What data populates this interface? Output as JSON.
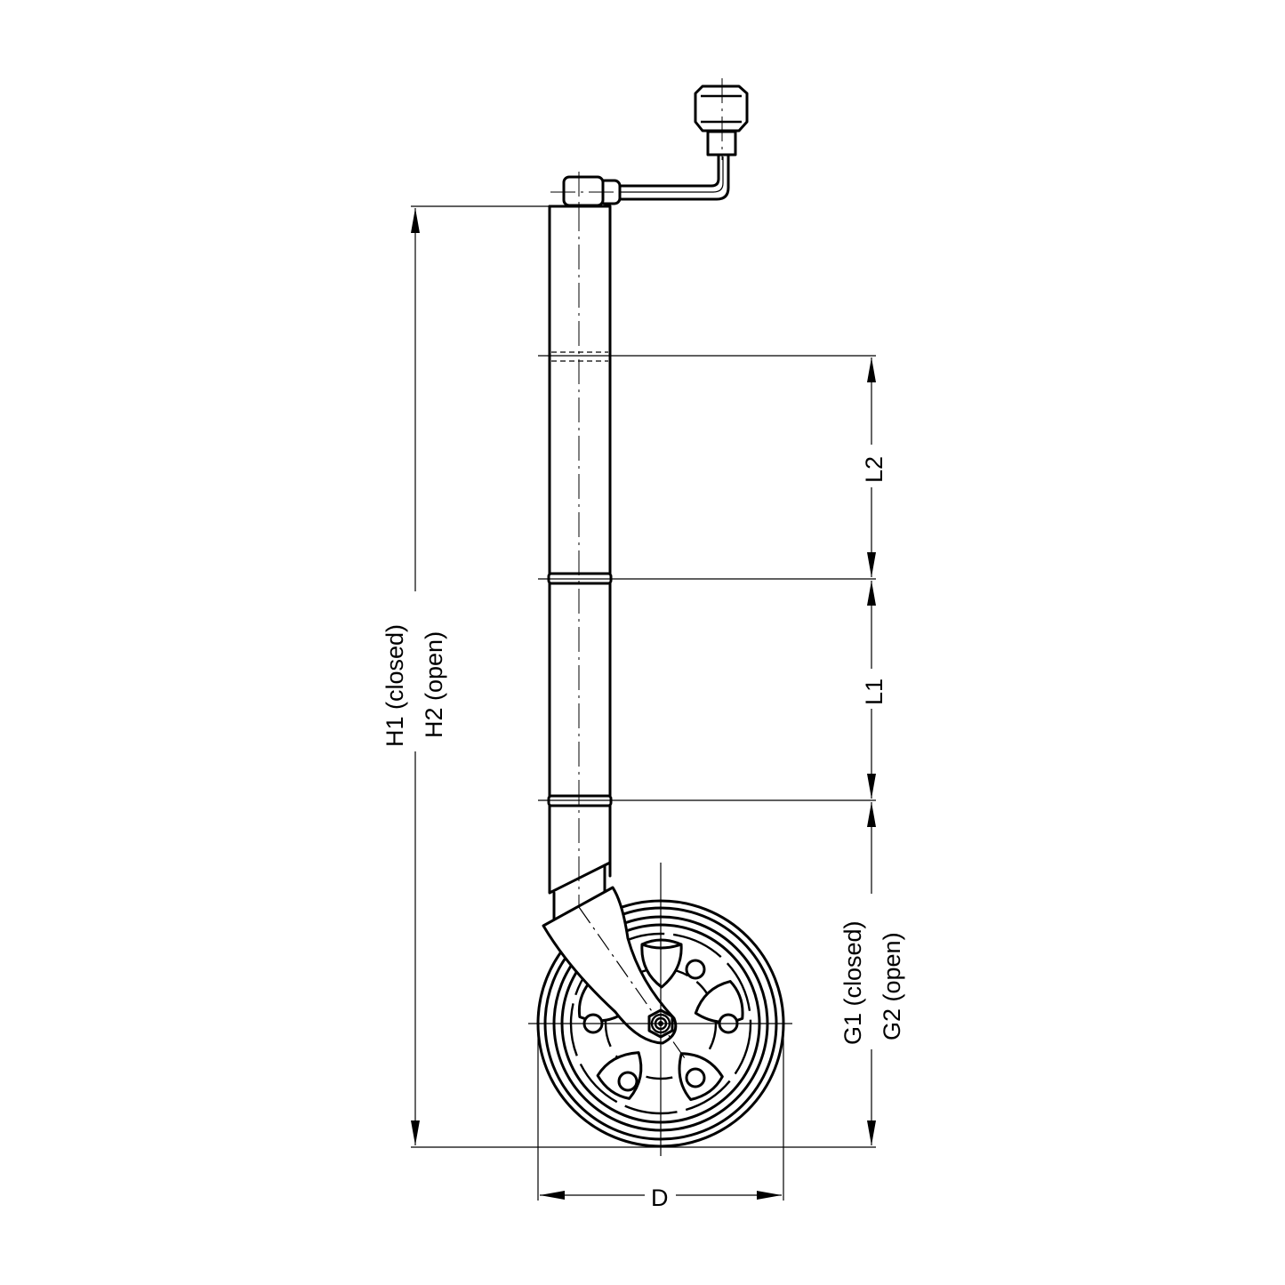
{
  "drawing": {
    "subject": "jockey wheel",
    "stroke_color": "#000000",
    "background": "#ffffff"
  },
  "dimensions": {
    "h1": "H1 (closed)",
    "h2": "H2 (open)",
    "l1": "L1",
    "l2": "L2",
    "g1": "G1 (closed)",
    "g2": "G2 (open)",
    "d": "D"
  }
}
